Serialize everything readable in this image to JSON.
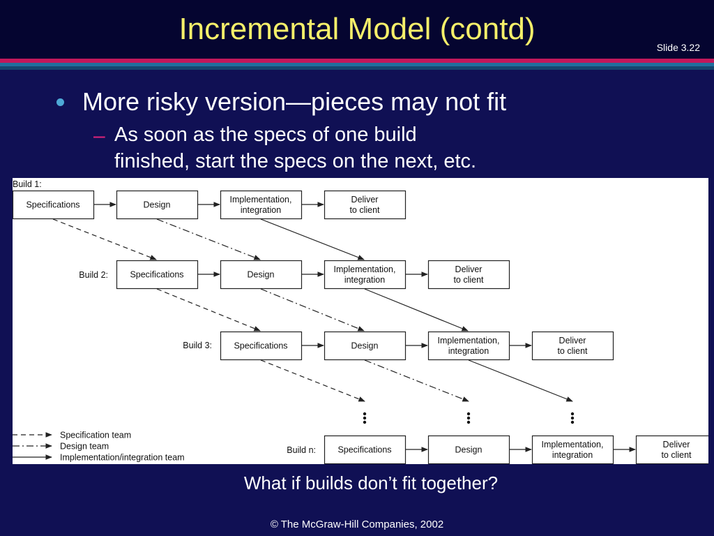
{
  "slide": {
    "title": "Incremental Model (contd)",
    "slide_number": "Slide 3.22",
    "bullet": "More risky version—pieces may not fit",
    "sub_bullet_line1": "As soon as the specs of one build",
    "sub_bullet_line2": "finished, start the specs on the next, etc.",
    "question": "What if builds don’t fit together?",
    "copyright": "© The McGraw-Hill Companies, 2002"
  },
  "diagram": {
    "builds": [
      {
        "label": "Build 1:",
        "stages": [
          "Specifications",
          "Design",
          "Implementation,\nintegration",
          "Deliver\nto client"
        ]
      },
      {
        "label": "Build 2:",
        "stages": [
          "Specifications",
          "Design",
          "Implementation,\nintegration",
          "Deliver\nto client"
        ]
      },
      {
        "label": "Build 3:",
        "stages": [
          "Specifications",
          "Design",
          "Implementation,\nintegration",
          "Deliver\nto client"
        ]
      },
      {
        "label": "Build n:",
        "stages": [
          "Specifications",
          "Design",
          "Implementation,\nintegration",
          "Deliver\nto client"
        ]
      }
    ],
    "legend": [
      "Specification team",
      "Design team",
      "Implementation/integration team"
    ]
  }
}
